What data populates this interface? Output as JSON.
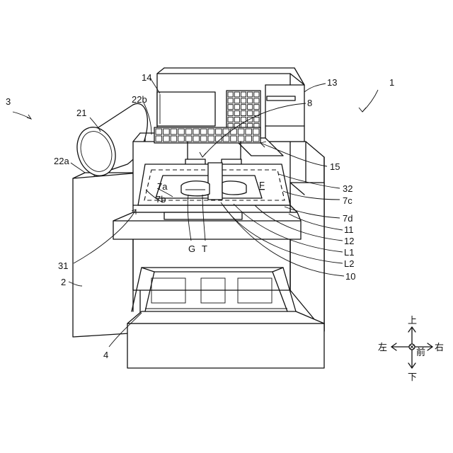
{
  "labels": {
    "l1": "1",
    "l2": "2",
    "l3": "3",
    "l4": "4",
    "l7a": "7a",
    "l7b": "7b",
    "l7c": "7c",
    "l7d": "7d",
    "l8": "8",
    "l10": "10",
    "l11": "11",
    "l12": "12",
    "l13": "13",
    "l14": "14",
    "l15": "15",
    "l21": "21",
    "l22a": "22a",
    "l22b": "22b",
    "l31": "31",
    "l32": "32",
    "lF": "F",
    "lG": "G",
    "lT": "T",
    "lL1": "L1",
    "lL2": "L2"
  },
  "compass": {
    "up": "上",
    "down": "下",
    "left": "左",
    "right": "右",
    "front": "前"
  }
}
